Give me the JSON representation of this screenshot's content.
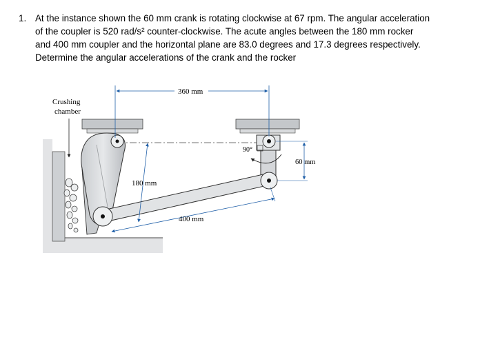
{
  "problem": {
    "number": "1.",
    "lines": [
      "At the instance shown the 60 mm crank is rotating clockwise at 67 rpm. The angular acceleration",
      "of the coupler is 520 rad/s² counter-clockwise. The acute angles between the 180 mm rocker",
      "and 400 mm coupler and the horizontal plane are 83.0 degrees and 17.3 degrees respectively.",
      "Determine the angular accelerations of the crank and the rocker"
    ]
  },
  "figure": {
    "label_chamber_1": "Crushing",
    "label_chamber_2": "chamber",
    "dim_360": "360 mm",
    "dim_180": "180 mm",
    "dim_400": "400 mm",
    "dim_60": "60 mm",
    "angle_90": "90°"
  }
}
